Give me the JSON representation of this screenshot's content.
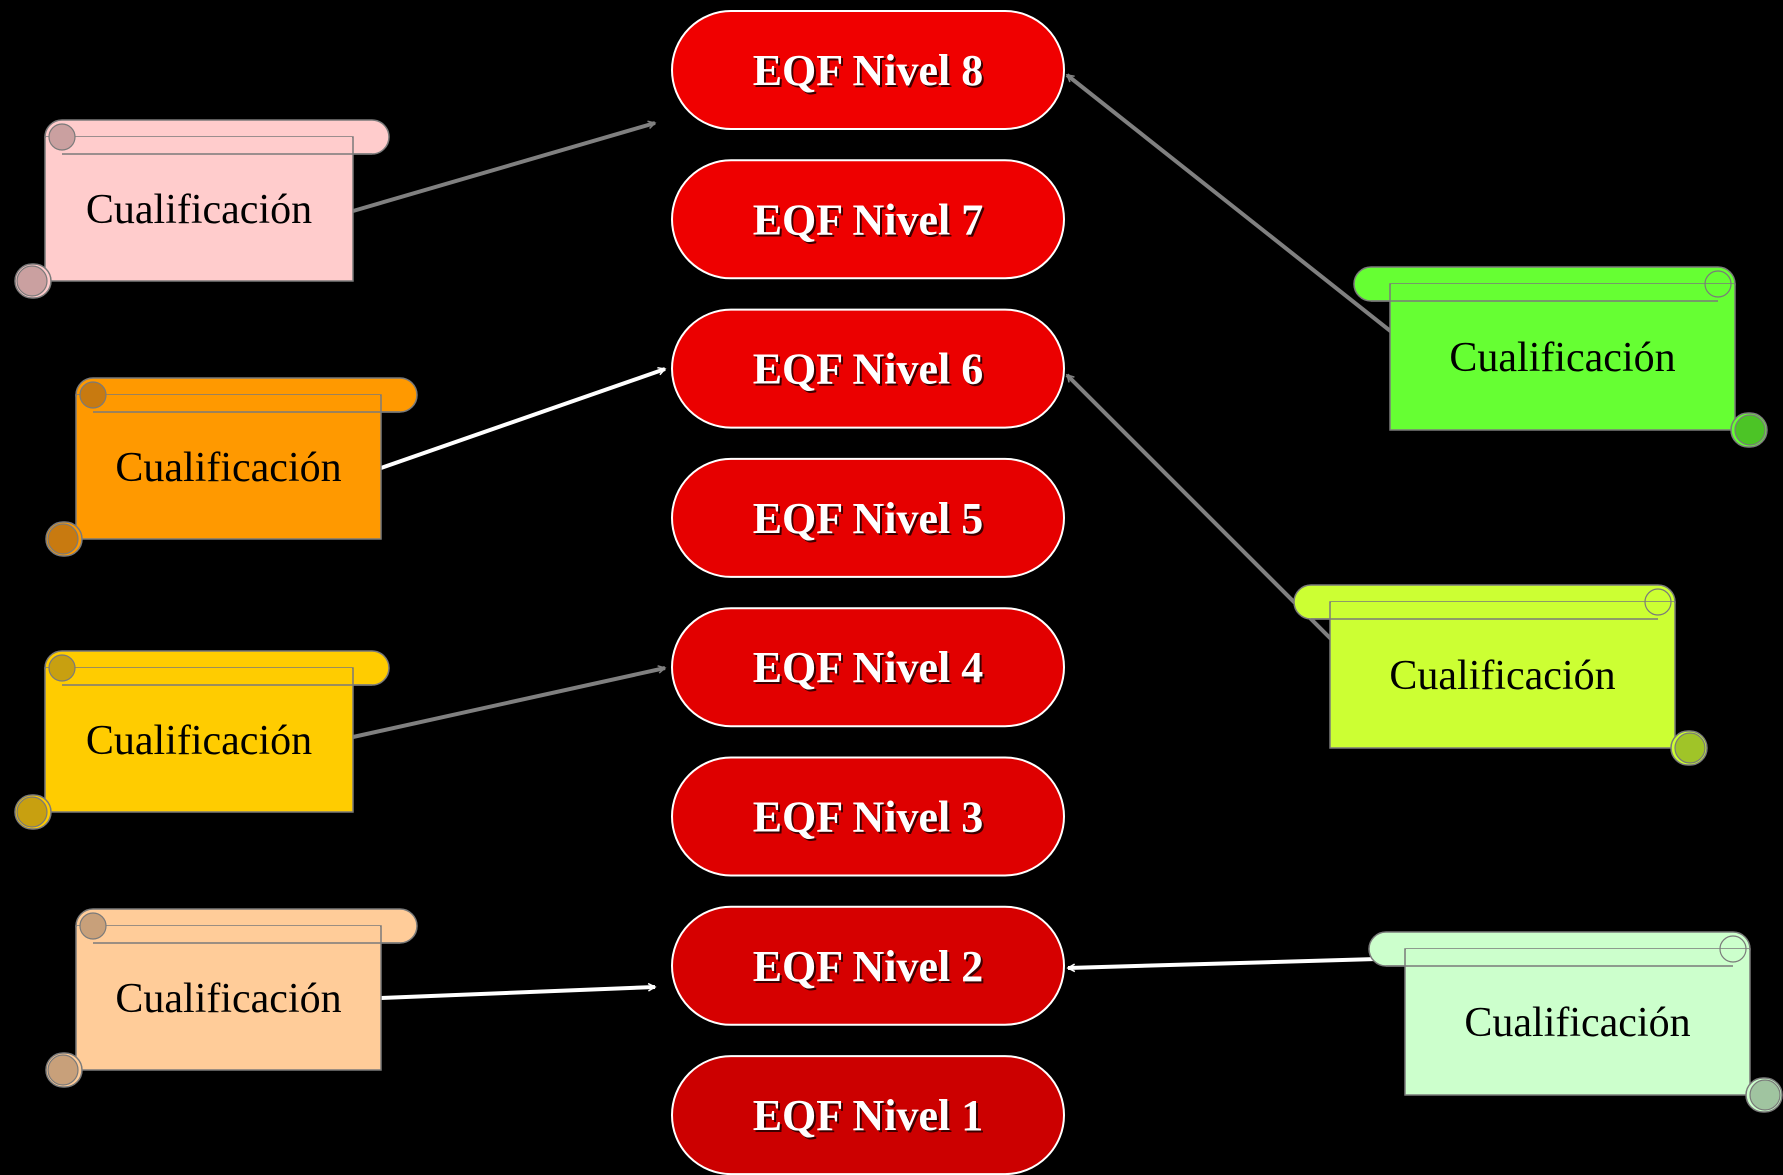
{
  "levels": [
    {
      "label": "EQF Nivel 8",
      "color": "#f00000"
    },
    {
      "label": "EQF Nivel 7",
      "color": "#ee0000"
    },
    {
      "label": "EQF Nivel 6",
      "color": "#eb0000"
    },
    {
      "label": "EQF Nivel 5",
      "color": "#e60000"
    },
    {
      "label": "EQF Nivel 4",
      "color": "#e20000"
    },
    {
      "label": "EQF Nivel 3",
      "color": "#de0000"
    },
    {
      "label": "EQF Nivel 2",
      "color": "#d60000"
    },
    {
      "label": "EQF Nivel 1",
      "color": "#cc0000"
    }
  ],
  "qualifications": [
    {
      "label": "Cualificación",
      "side": "left",
      "color": "#ffcccc",
      "curl": "#caa0a0",
      "target_level": "EQF Nivel 8",
      "arrow_color": "#808080"
    },
    {
      "label": "Cualificación",
      "side": "left",
      "color": "#ff9900",
      "curl": "#c87a10",
      "target_level": "EQF Nivel 6",
      "arrow_color": "#ffffff"
    },
    {
      "label": "Cualificación",
      "side": "left",
      "color": "#ffcc00",
      "curl": "#c8a010",
      "target_level": "EQF Nivel 4",
      "arrow_color": "#808080"
    },
    {
      "label": "Cualificación",
      "side": "left",
      "color": "#ffcc99",
      "curl": "#c8a07a",
      "target_level": "EQF Nivel 2",
      "arrow_color": "#ffffff"
    },
    {
      "label": "Cualificación",
      "side": "right",
      "color": "#66ff33",
      "curl": "#4cc426",
      "target_level": "EQF Nivel 8",
      "arrow_color": "#808080"
    },
    {
      "label": "Cualificación",
      "side": "right",
      "color": "#ccff33",
      "curl": "#a0c428",
      "target_level": "EQF Nivel 6",
      "arrow_color": "#808080"
    },
    {
      "label": "Cualificación",
      "side": "right",
      "color": "#ccffcc",
      "curl": "#a0c4a0",
      "target_level": "EQF Nivel 2",
      "arrow_color": "#ffffff"
    }
  ]
}
